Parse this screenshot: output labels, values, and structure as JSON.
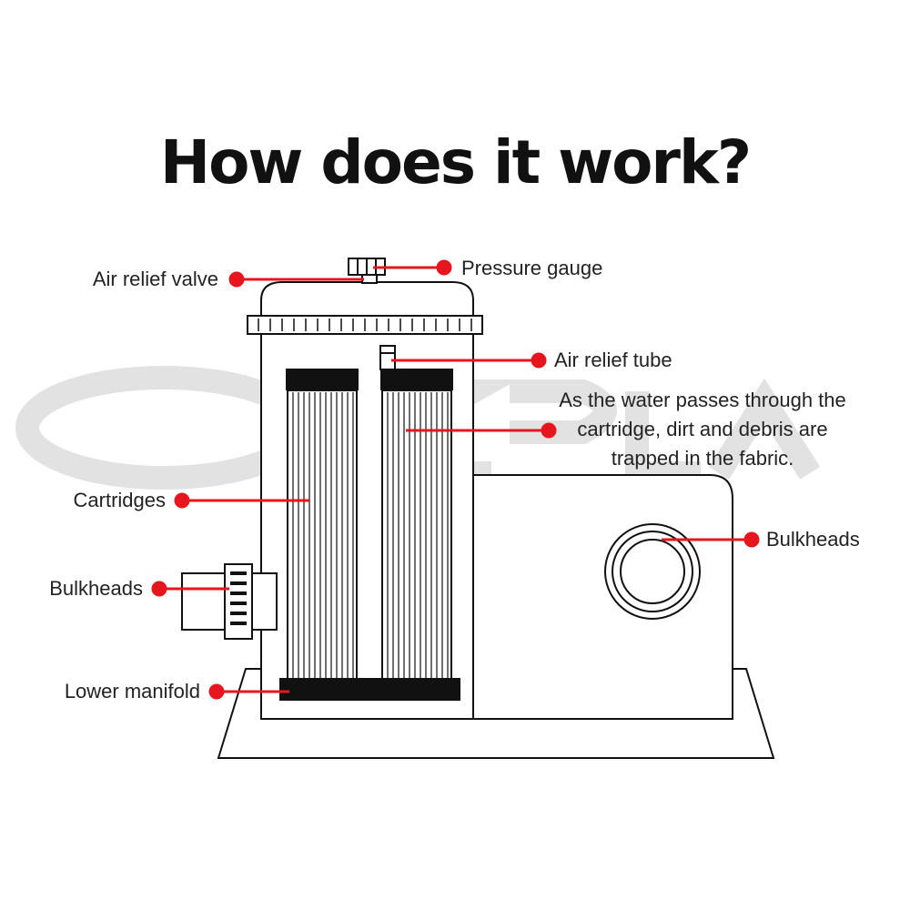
{
  "title": "How does it work?",
  "labels": {
    "air_relief_valve": "Air relief valve",
    "pressure_gauge": "Pressure gauge",
    "air_relief_tube": "Air relief tube",
    "water_description": "As the water passes through the cartridge, dirt and debris are trapped in the fabric.",
    "cartridges": "Cartridges",
    "bulkheads_left": "Bulkheads",
    "bulkheads_right": "Bulkheads",
    "lower_manifold": "Lower manifold"
  },
  "watermark": "OZPlaza",
  "colors": {
    "accent": "#e5161d",
    "outline": "#111111",
    "watermark": "#d9d9d9"
  }
}
